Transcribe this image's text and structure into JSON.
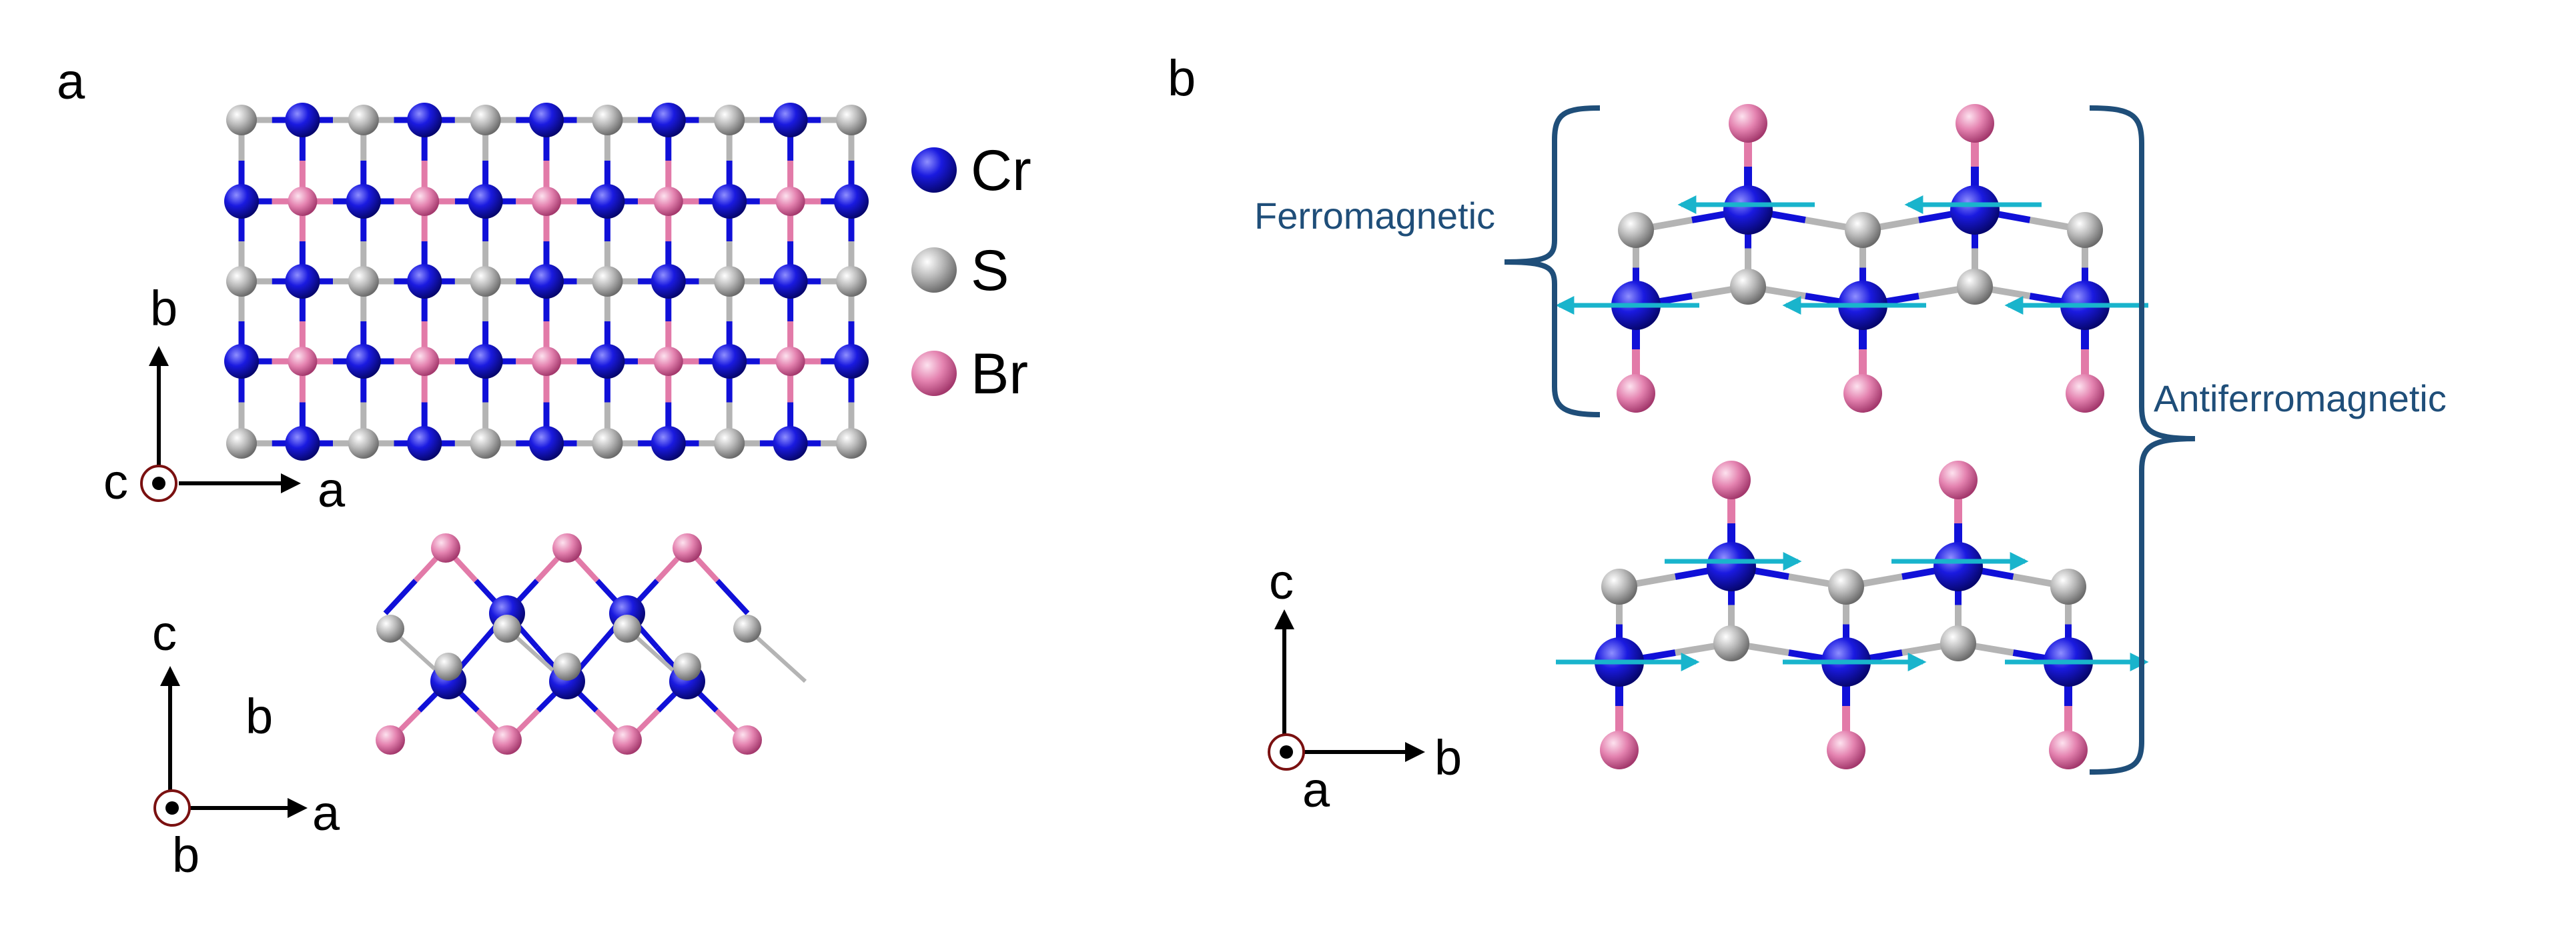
{
  "panels": {
    "a": "a",
    "b": "b"
  },
  "legend": [
    {
      "element": "Cr",
      "color": "#1010d8",
      "label": "Cr"
    },
    {
      "element": "S",
      "color": "#b4b4b4",
      "label": "S"
    },
    {
      "element": "Br",
      "color": "#e27aa8",
      "label": "Br"
    }
  ],
  "axes": {
    "top_view": {
      "out_of_plane": "c",
      "horizontal": "a",
      "vertical": "b"
    },
    "side_view": {
      "out_of_plane": "b",
      "horizontal": "a",
      "vertical": "c",
      "extra": "b"
    },
    "bilayer": {
      "out_of_plane": "a",
      "horizontal": "b",
      "vertical": "c"
    }
  },
  "magnetism": {
    "intralayer": "Ferromagnetic",
    "interlayer": "Antiferromagnetic",
    "top_layer_spin": "left",
    "bottom_layer_spin": "right"
  },
  "colors": {
    "cr": "#1010d8",
    "s": "#b4b4b4",
    "br": "#e27aa8",
    "spin_arrow": "#19b4cc",
    "bracket": "#1f4e79"
  },
  "icons": [
    "out-of-plane-axis-icon",
    "axis-arrow-icon",
    "bracket-icon",
    "spin-arrow-icon"
  ]
}
